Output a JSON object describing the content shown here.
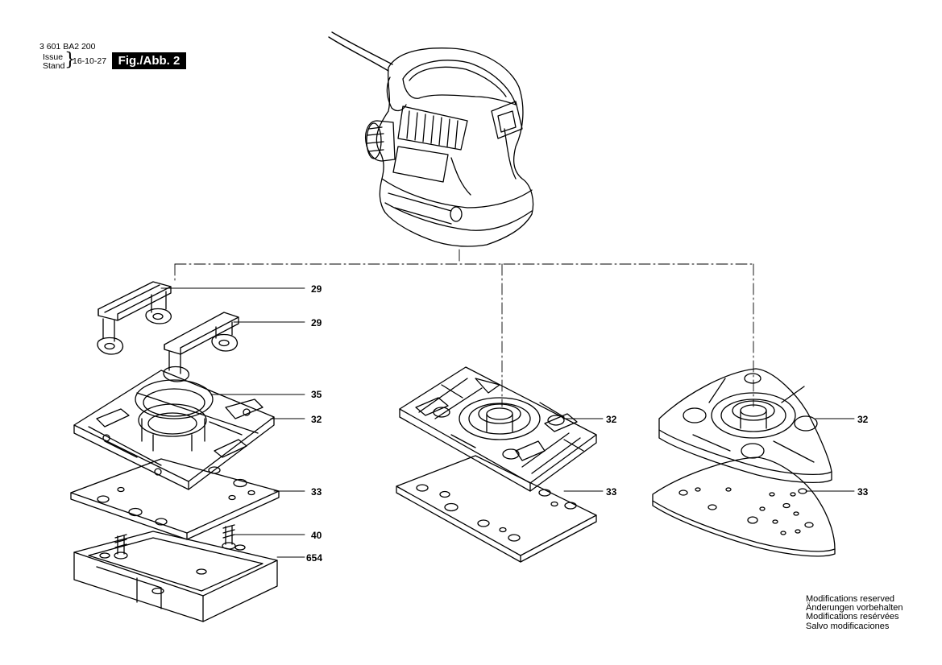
{
  "header": {
    "doc_number": "3 601 BA2 200",
    "issue_label": "Issue",
    "stand_label": "Stand",
    "issue_date": "16-10-27",
    "figure_label": "Fig./Abb. 2"
  },
  "part_labels": {
    "clamp_upper": "29",
    "clamp_lower": "29",
    "ring_left": "35",
    "plate_left": "32",
    "plate_middle": "32",
    "plate_right": "32",
    "sheet_left": "33",
    "sheet_middle": "33",
    "sheet_right": "33",
    "screw": "40",
    "base": "654"
  },
  "notes": {
    "line1": "Modifications reserved",
    "line2": "Änderungen vorbehalten",
    "line3": "Modifications resérvées",
    "line4": "Salvo modificaciones"
  }
}
